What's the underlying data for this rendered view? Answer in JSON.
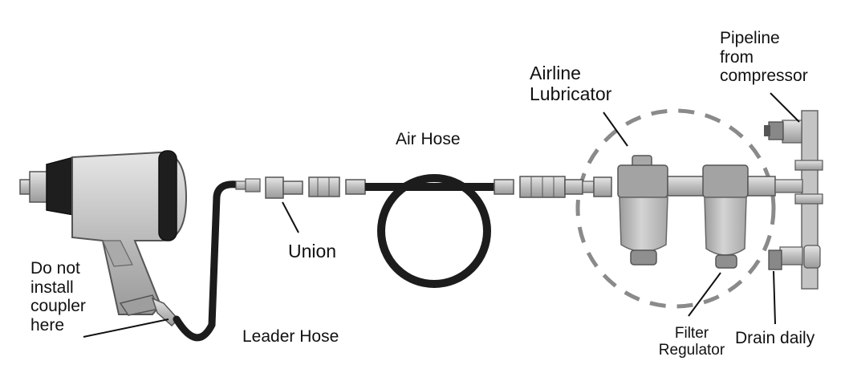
{
  "labels": {
    "pipeline": "Pipeline\nfrom\ncompressor",
    "airline_lubricator": "Airline\nLubricator",
    "air_hose": "Air Hose",
    "union": "Union",
    "do_not_install": "Do not\ninstall\ncoupler\nhere",
    "leader_hose": "Leader Hose",
    "filter_regulator": "Filter\nRegulator",
    "drain_daily": "Drain daily"
  },
  "colors": {
    "ink": "#111111",
    "part_fill": "#c9c9c9",
    "part_stroke": "#555555",
    "hose": "#1c1c1c",
    "dashed_circle": "#8a8a8a"
  }
}
